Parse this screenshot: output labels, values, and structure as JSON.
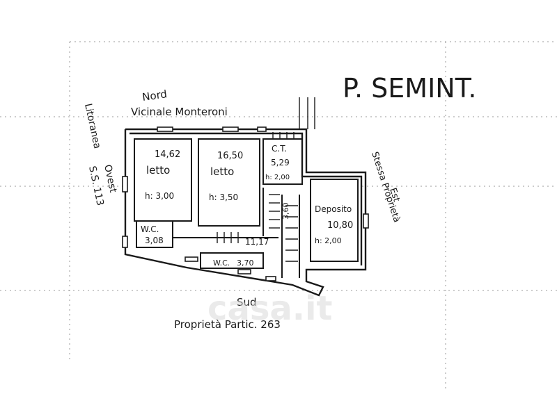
{
  "title": "P. SEMINT.",
  "north": {
    "cardinal": "Nord",
    "road": "Vicinale Monteroni"
  },
  "south": {
    "cardinal": "Sud",
    "property": "Proprietà  Partic. 263"
  },
  "west": {
    "label_a": "Litoranea",
    "label_b": "S.S. 113",
    "label_c": "Ovest"
  },
  "east": {
    "label_a": "Stessa Proprietà",
    "label_b": "Est"
  },
  "rooms": [
    {
      "area": "14,62",
      "name": "letto",
      "height": "h: 3,00"
    },
    {
      "area": "16,50",
      "name": "letto",
      "height": "h: 3,50"
    },
    {
      "name": "C.T.",
      "area": "5,29",
      "height": "h: 2,00"
    },
    {
      "name": "Deposito",
      "area": "10,80",
      "height": "h: 2,00"
    },
    {
      "name": "W.C.",
      "area": "3,08"
    },
    {
      "area": "11,17"
    },
    {
      "name": "W.C.",
      "area": "3,70"
    },
    {
      "area": "3,60"
    }
  ],
  "watermark": "casa.it"
}
